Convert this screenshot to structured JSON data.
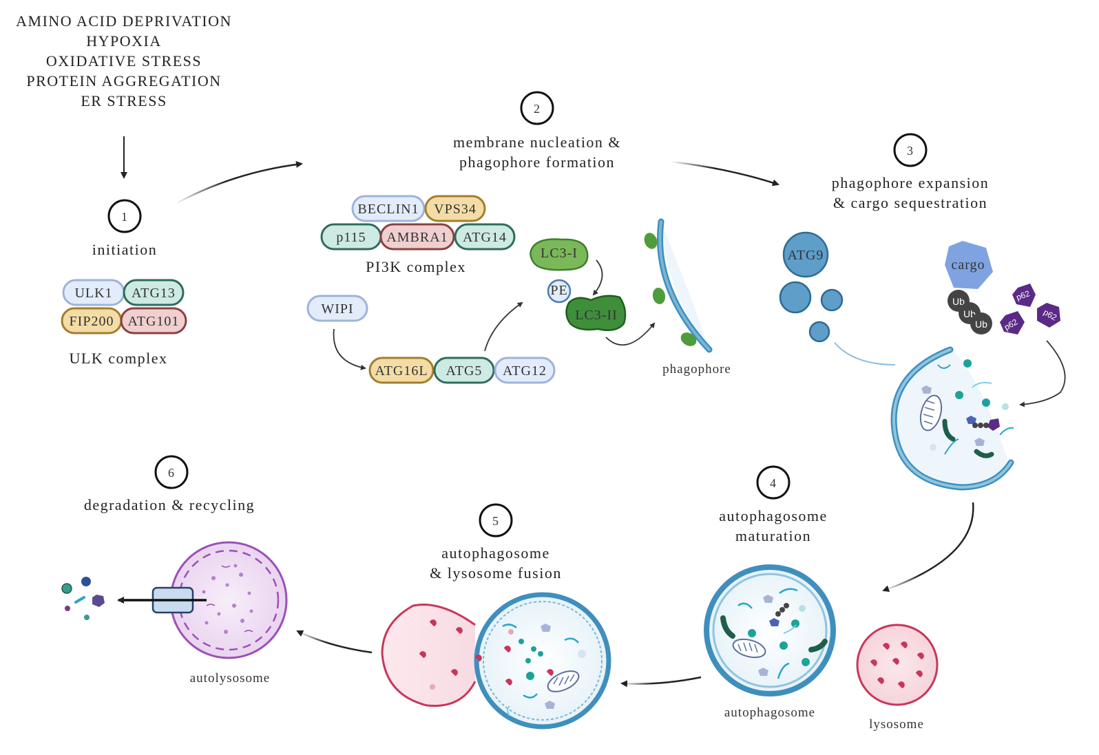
{
  "stressors": [
    "AMINO ACID DEPRIVATION",
    "HYPOXIA",
    "OXIDATIVE STRESS",
    "PROTEIN AGGREGATION",
    "ER STRESS"
  ],
  "steps": [
    {
      "number": "1",
      "title_lines": [
        "initiation"
      ]
    },
    {
      "number": "2",
      "title_lines": [
        "membrane nucleation &",
        "phagophore formation"
      ]
    },
    {
      "number": "3",
      "title_lines": [
        "phagophore expansion",
        "& cargo sequestration"
      ]
    },
    {
      "number": "4",
      "title_lines": [
        "autophagosome",
        "maturation"
      ]
    },
    {
      "number": "5",
      "title_lines": [
        "autophagosome",
        "& lysosome fusion"
      ]
    },
    {
      "number": "6",
      "title_lines": [
        "degradation & recycling"
      ]
    }
  ],
  "complexes": {
    "ulk": {
      "label": "ULK complex",
      "members": [
        "ULK1",
        "ATG13",
        "FIP200",
        "ATG101"
      ]
    },
    "pi3k": {
      "label": "PI3K complex",
      "members": [
        "BECLIN1",
        "VPS34",
        "p115",
        "AMBRA1",
        "ATG14"
      ]
    },
    "conjugation": {
      "wipi": "WIPI",
      "members": [
        "ATG16L",
        "ATG5",
        "ATG12"
      ]
    },
    "lc3": {
      "lc3_1": "LC3-I",
      "pe": "PE",
      "lc3_2": "LC3-II"
    }
  },
  "structures": {
    "phagophore": "phagophore",
    "atg9": "ATG9",
    "cargo": "cargo",
    "ub": "Ub",
    "p62": "p62",
    "autophagosome": "autophagosome",
    "lysosome": "lysosome",
    "autolysosome": "autolysosome"
  },
  "colors": {
    "blue_pill": "#e3ecfa",
    "blue_pill_stroke": "#9db3dc",
    "teal_pill": "#cdeae3",
    "teal_pill_stroke": "#2f6b5c",
    "yellow_pill": "#f3dca6",
    "yellow_pill_stroke": "#a37d2c",
    "pink_pill": "#f0cfcf",
    "pink_pill_stroke": "#8a4040",
    "green": "#6ab04c",
    "dark_green": "#2e7d32",
    "membrane_blue": "#3f8fbe",
    "atg9_blue": "#5e9ec9",
    "cargo_blue": "#7fa3e0",
    "ub_grey": "#444444",
    "p62_purple": "#5b2a86",
    "lysosome_red": "#c9365a",
    "autolysosome_purple": "#9c4fb8"
  }
}
